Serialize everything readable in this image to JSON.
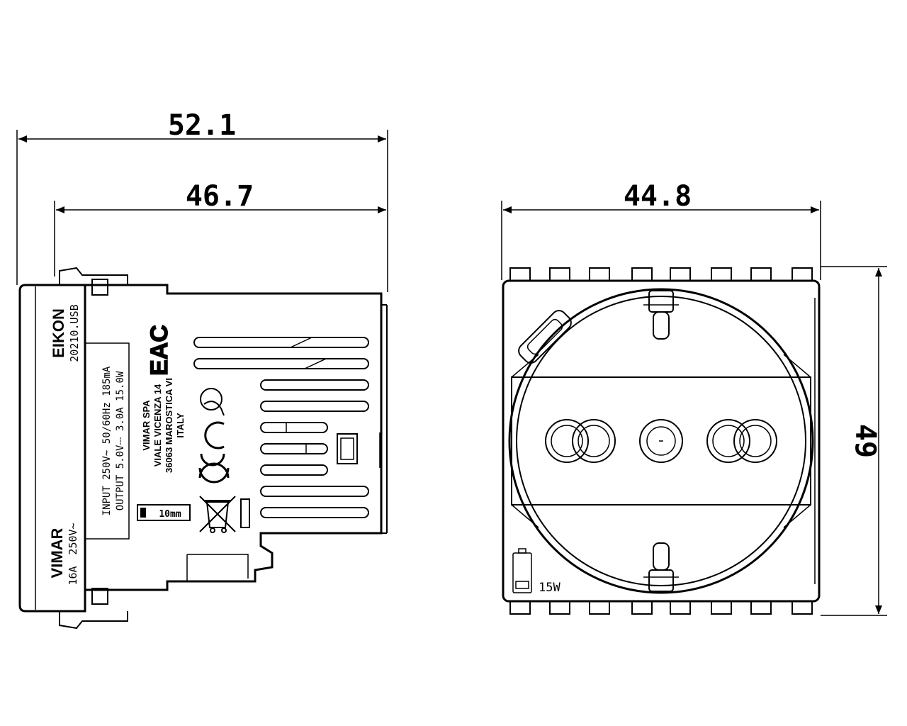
{
  "dimensions": {
    "overall_depth": "52.1",
    "body_depth": "46.7",
    "front_width": "44.8",
    "front_height": "49"
  },
  "side_label": {
    "series": "EIKON",
    "code": "20210.USB",
    "brand": "VIMAR",
    "rating_voltage": "250V~",
    "rating_current": "16A",
    "input_line": "INPUT  250V~ 50/60Hz 185mA",
    "output_line": "OUTPUT 5.0V⎓ 3.0A  15.0W",
    "maker_line1": "VIMAR SPA",
    "maker_line2": "VIALE VICENZA 14",
    "maker_line3": "36063 MAROSTICA VI",
    "maker_line4": "ITALY",
    "eac_mark": "EAC",
    "ce_mark": "CE",
    "strip_length": "10mm"
  },
  "front_label": {
    "power": "15W"
  },
  "colors": {
    "line": "#000000",
    "background": "#ffffff"
  }
}
